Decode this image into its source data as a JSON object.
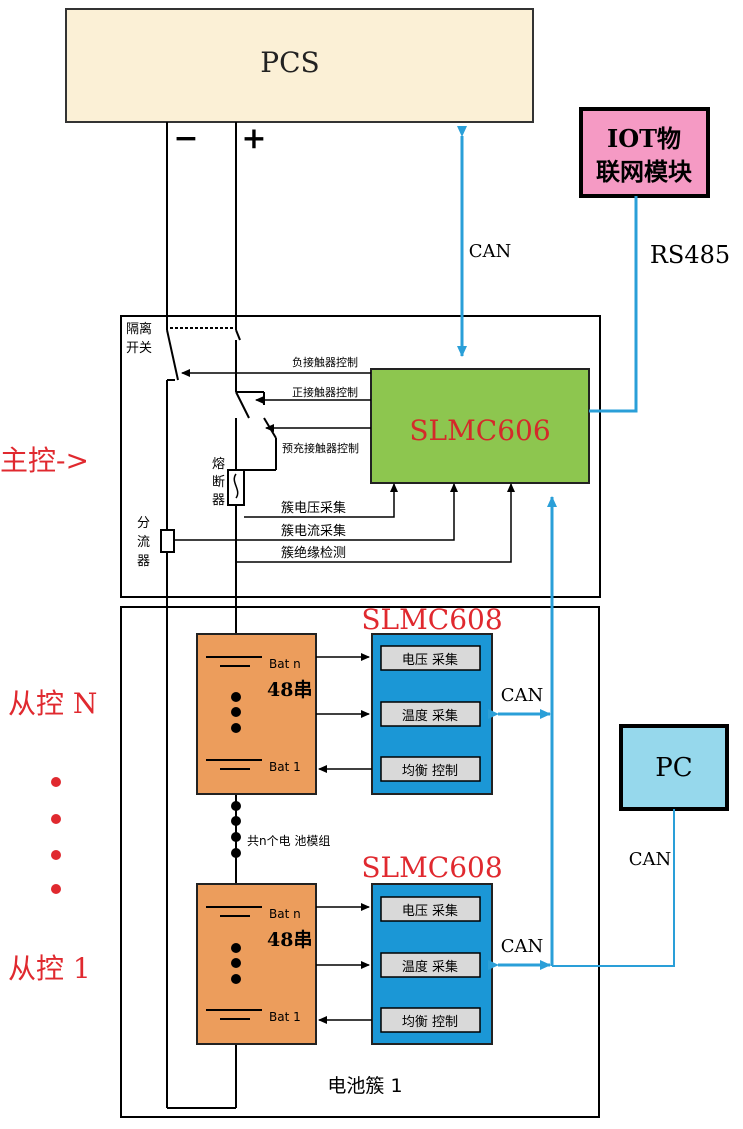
{
  "pcs": {
    "label": "PCS",
    "minus": "−",
    "plus": "+"
  },
  "iot": {
    "line1": "IOT物",
    "line2": "联网模块",
    "link": "RS485"
  },
  "can_top": "CAN",
  "master": {
    "side_label": "主控->",
    "controller": "SLMC606",
    "isolation_switch_1": "隔离",
    "isolation_switch_2": "开关",
    "fuse": [
      "熔",
      "断",
      "器"
    ],
    "shunt": [
      "分",
      "流",
      "器"
    ],
    "signals": {
      "neg_contactor": "负接触器控制",
      "pos_contactor": "正接触器控制",
      "precharge": "预充接触器控制",
      "voltage": "簇电压采集",
      "current": "簇电流采集",
      "insulation": "簇绝缘检测"
    }
  },
  "slave_n": {
    "side_label": "从控  N",
    "controller": "SLMC608",
    "bat_top": "Bat  n",
    "series": "48串",
    "bat_bottom": "Bat  1",
    "func_voltage": "电压 采集",
    "func_temp": "温度 采集",
    "func_balance": "均衡 控制",
    "can": "CAN"
  },
  "slave_1": {
    "side_label": "从控  1",
    "controller": "SLMC608",
    "bat_top": "Bat  n",
    "series": "48串",
    "bat_bottom": "Bat  1",
    "func_voltage": "电压 采集",
    "func_temp": "温度 采集",
    "func_balance": "均衡 控制",
    "can": "CAN"
  },
  "modules_note": "共n个电 池模组",
  "pc": {
    "label": "PC",
    "can": "CAN"
  },
  "cluster_label": "电池簇  1",
  "colors": {
    "pcs_fill": "#fbf0d6",
    "controller_green": "#8dc64f",
    "slave_blue": "#1b97d6",
    "battery_orange": "#ec9d5c",
    "iot_pink": "#f59ac4",
    "pc_cyan": "#96d8ec",
    "link_blue": "#2a9fd8",
    "red_label": "#e0292f"
  }
}
